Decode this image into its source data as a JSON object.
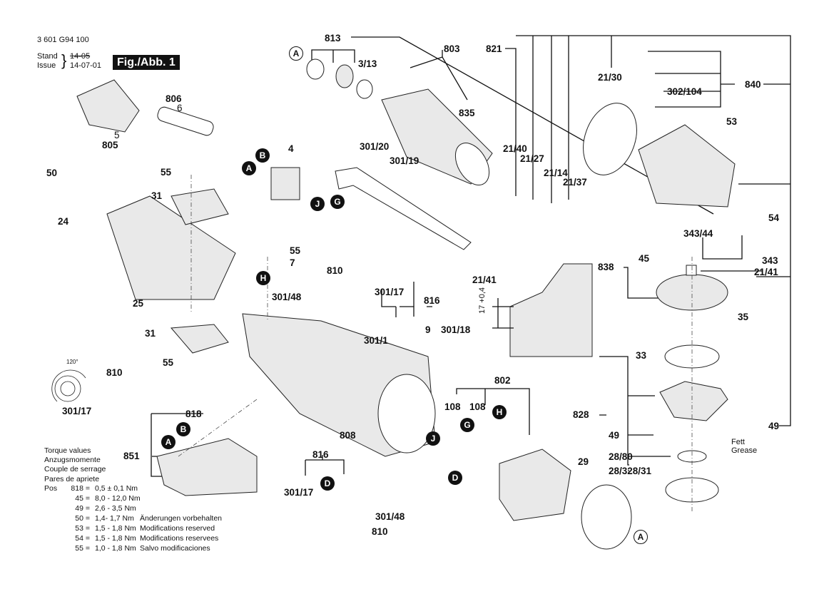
{
  "header": {
    "part_number": "3 601 G94 100",
    "stand_label": "Stand",
    "issue_label": "Issue",
    "stand_value_struck": "14-05",
    "issue_value": "14-07-01",
    "figure_label": "Fig./Abb. 1"
  },
  "torque": {
    "titles": [
      "Torque values",
      "Anzugsmomente",
      "Couple de serrage",
      "Pares de apriete"
    ],
    "prefix": "Pos",
    "rows": [
      {
        "pos": "818 =",
        "value": "0,5 ± 0,1 Nm"
      },
      {
        "pos": "45 =",
        "value": "8,0 - 12,0 Nm"
      },
      {
        "pos": "49 =",
        "value": "2,6 - 3,5 Nm"
      },
      {
        "pos": "50 =",
        "value": "1,4- 1,7 Nm"
      },
      {
        "pos": "53 =",
        "value": "1,5 - 1,8 Nm"
      },
      {
        "pos": "54 =",
        "value": "1,5 - 1,8 Nm"
      },
      {
        "pos": "55 =",
        "value": "1,0 - 1,8 Nm"
      }
    ]
  },
  "modifications": [
    "Änderungen vorbehalten",
    "Modifications reserved",
    "Modifications reservees",
    "Salvo modificaciones"
  ],
  "grease": {
    "line1": "Fett",
    "line2": "Grease"
  },
  "dimension": {
    "label": "17 +0,4"
  },
  "spring_angle": "120°",
  "callouts": {
    "A": "A",
    "B": "B",
    "D": "D",
    "G": "G",
    "H": "H",
    "J": "J"
  },
  "labels": {
    "l813": "813",
    "l803": "803",
    "l821": "821",
    "l313": "3/13",
    "l835": "835",
    "l2130": "21/30",
    "l302104": "302/104",
    "l840": "840",
    "l53": "53",
    "l806": "806",
    "l6": "6",
    "l5": "5",
    "l805": "805",
    "l50": "50",
    "l55a": "55",
    "l31a": "31",
    "l24": "24",
    "l25": "25",
    "l4": "4",
    "l30120": "301/20",
    "l30119": "301/19",
    "l2140": "21/40",
    "l2127": "21/27",
    "l2114": "21/14",
    "l2137": "21/37",
    "l54": "54",
    "l34344": "343/44",
    "l343": "343",
    "l45": "45",
    "l838": "838",
    "l2141r": "21/41",
    "l55b": "55",
    "l7": "7",
    "l810a": "810",
    "l30148a": "301/48",
    "l30117a": "301/17",
    "l816a": "816",
    "l2141": "21/41",
    "l35": "35",
    "l31b": "31",
    "l55c": "55",
    "l810b": "810",
    "l30117b": "301/17",
    "l3011": "301/1",
    "l9": "9",
    "l30118": "301/18",
    "l33": "33",
    "l802": "802",
    "l108a": "108",
    "l108b": "108",
    "l828": "828",
    "l49a": "49",
    "l49b": "49",
    "l2880": "28/80",
    "l2832831": "28/328/31",
    "l818": "818",
    "l851": "851",
    "l808": "808",
    "l29": "29",
    "l816b": "816",
    "l30117c": "301/17",
    "l30148b": "301/48",
    "l810c": "810"
  }
}
